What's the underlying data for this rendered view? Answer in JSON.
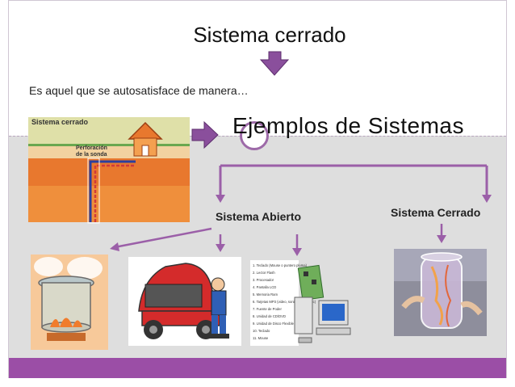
{
  "title": "Sistema cerrado",
  "description": "Es aquel que se autosatisface de manera…",
  "subtitle": "Ejemplos de Sistemas",
  "branches": {
    "open": "Sistema Abierto",
    "closed": "Sistema Cerrado"
  },
  "well_image": {
    "caption": "Sistema cerrado",
    "drill_label_line1": "Perforación",
    "drill_label_line2": "de la sonda"
  },
  "list_image": {
    "items": [
      "1. Teclado (Mouse o puntero pluma)",
      "2. Lector Flash",
      "3. Procesador",
      "4. Pantalla LCD",
      "5. Memoria Ram",
      "6. Tarjetas MP3 (video, sonido, audio, etc)",
      "7. Fuente de Poder",
      "8. Unidad de CD/DVD",
      "9. Unidad de Disco Flexible",
      "10. Teclado",
      "11. Mouse"
    ]
  },
  "colors": {
    "accent": "#9b4ea6",
    "arrow": "#8a4f9c",
    "connector": "#9b5fa8"
  }
}
